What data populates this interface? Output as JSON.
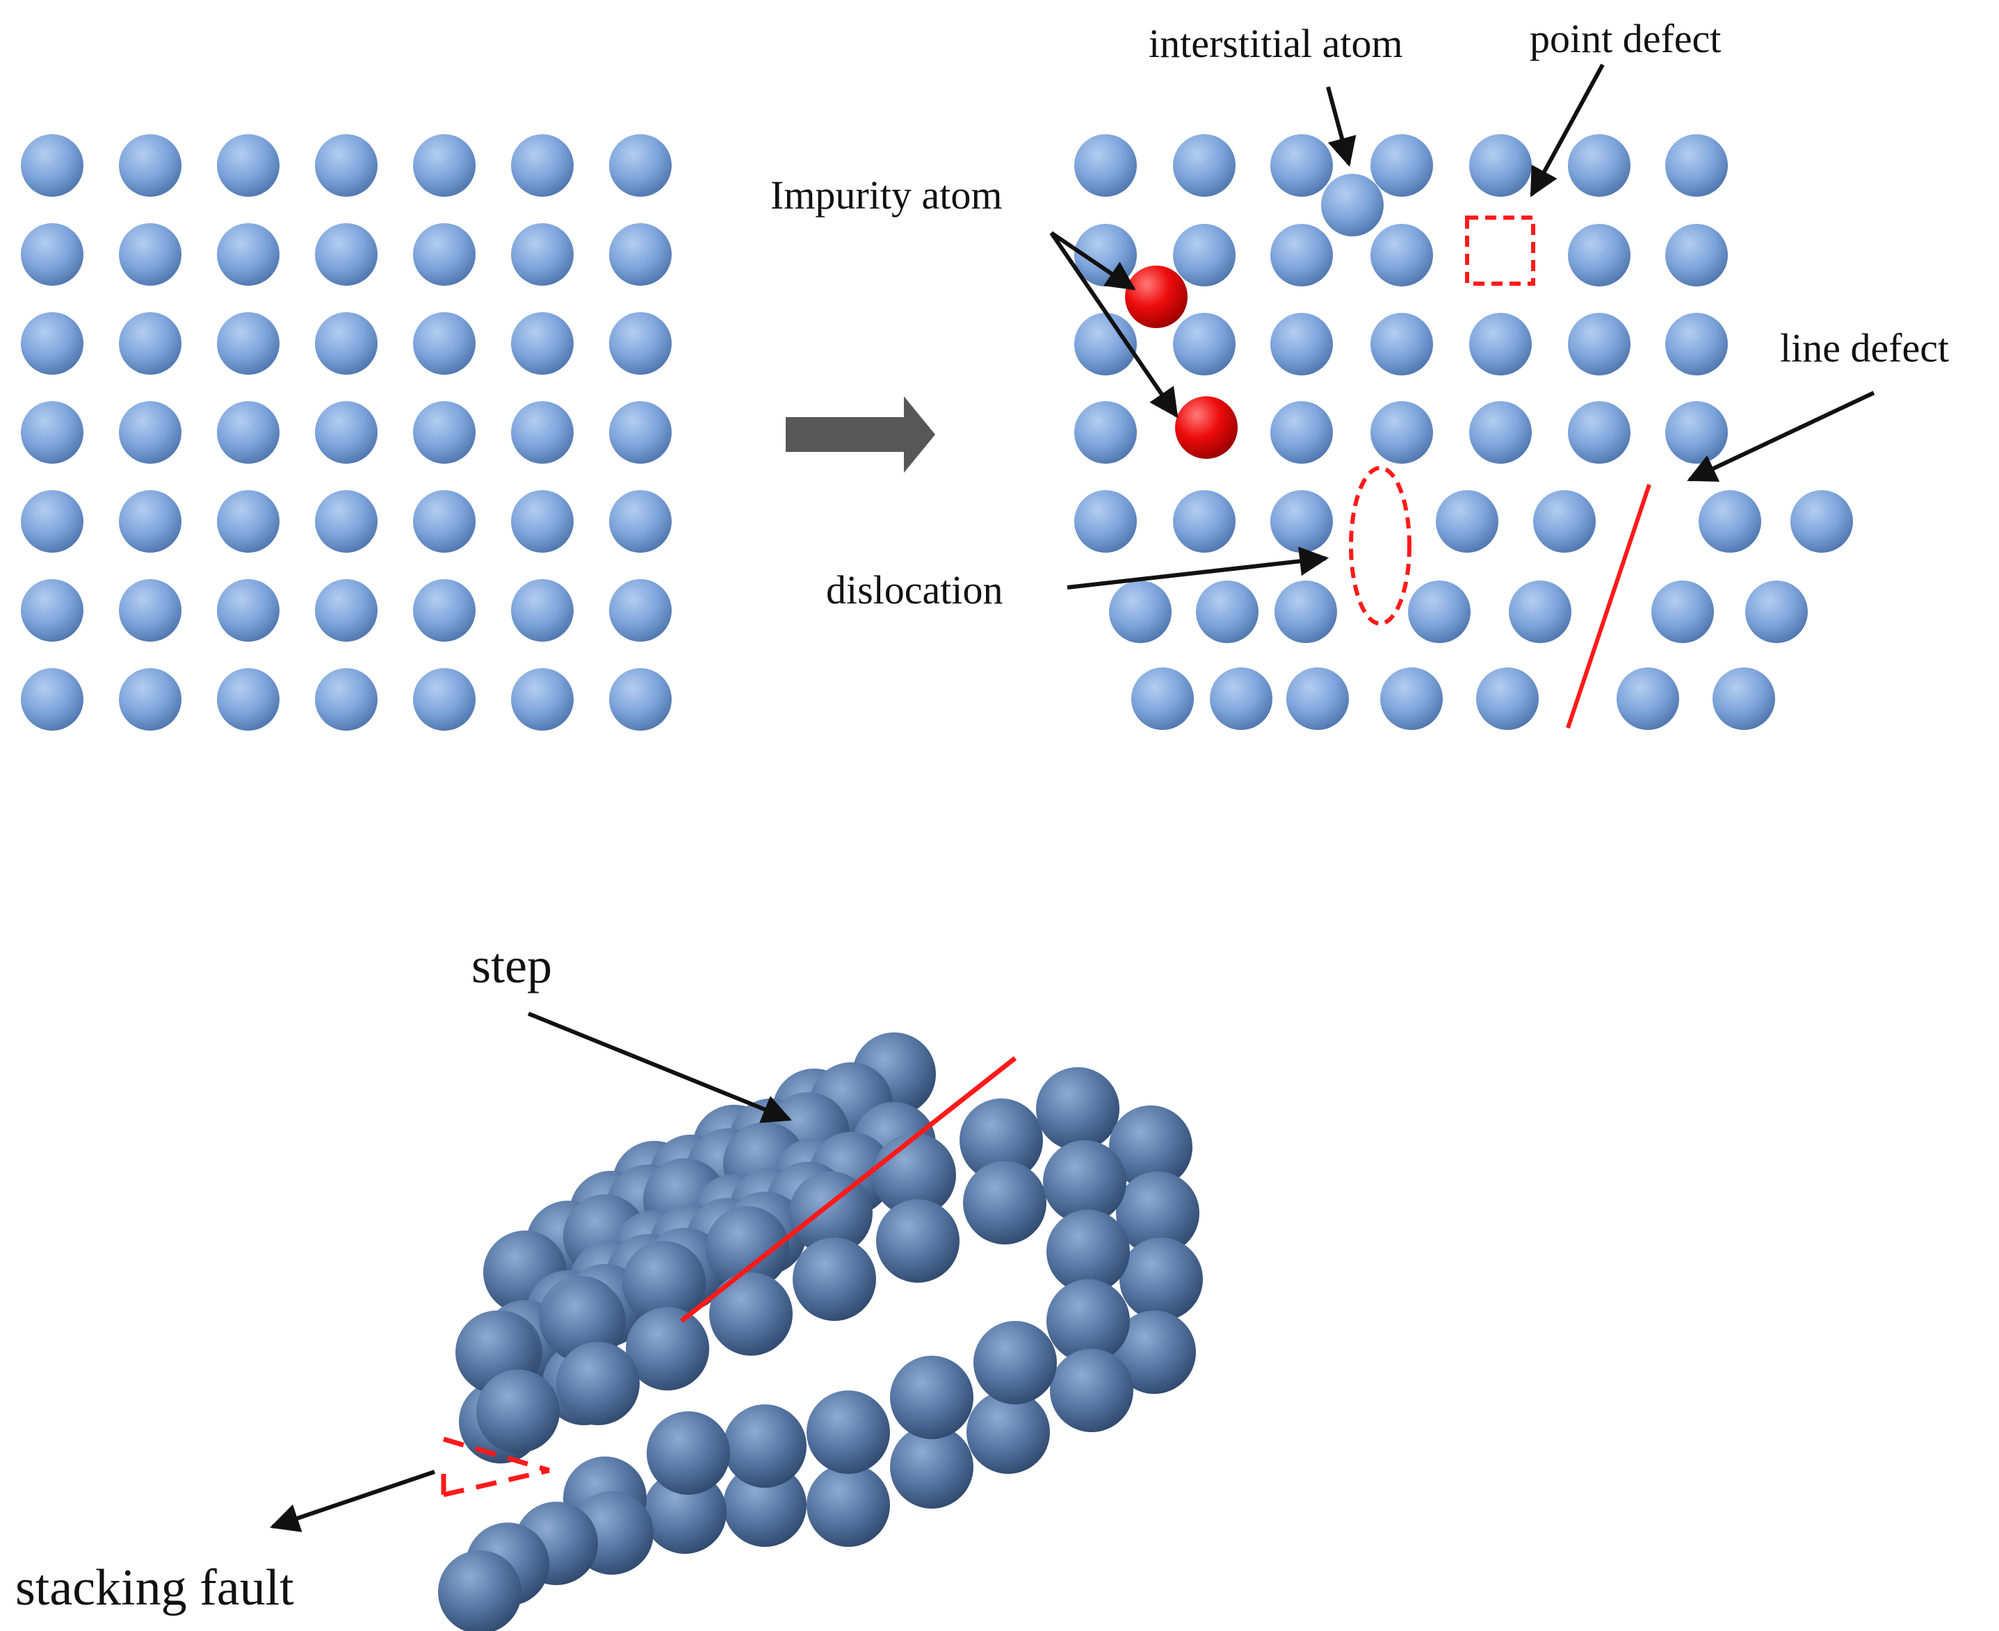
{
  "labels": {
    "interstitial_atom": "interstitial atom",
    "point_defect": "point defect",
    "impurity_atom": "Impurity atom",
    "line_defect": "line defect",
    "dislocation": "dislocation",
    "step": "step",
    "stacking_fault": "stacking fault"
  },
  "colors": {
    "atom_blue": "#7aa1d8",
    "atom_dark": "#4a6a95",
    "impurity_red": "#ee0000",
    "defect_red": "#ff1a1a",
    "arrow_gray": "#575757",
    "arrow_black": "#111111"
  },
  "icons": {
    "transition_arrow": "right-arrow-icon"
  }
}
